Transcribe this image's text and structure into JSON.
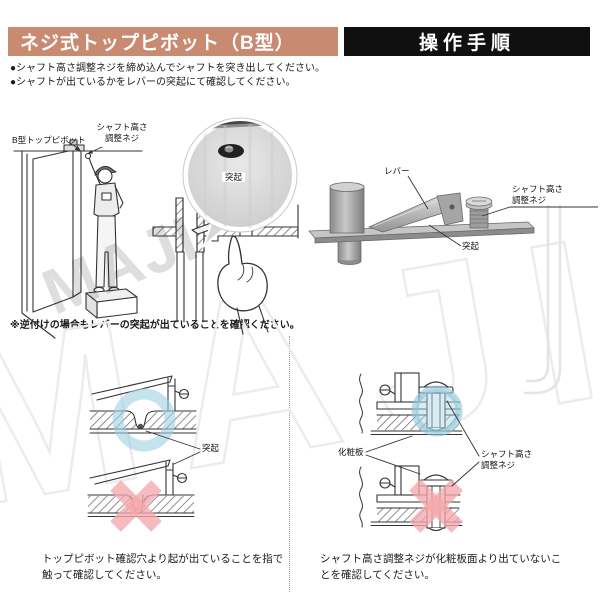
{
  "header": {
    "title": "ネジ式トップピボット（B型）",
    "procedure_label": "操作手順",
    "accent_color": "#c98a72",
    "bar_color": "#101010"
  },
  "instructions": [
    "●シャフト高さ調整ネジを締め込んでシャフトを突き出してください。",
    "●シャフトが出ているかをレバーの突起にて確認してください。"
  ],
  "top_illustration": {
    "pivot_label": "B型トップピボット",
    "screw_label": "シャフト高さ\n調整ネジ",
    "magnifier_label": "突起"
  },
  "render_illustration": {
    "lever_label": "レバー",
    "screw_label": "シャフト高さ\n調整ネジ",
    "protrusion_label": "突起"
  },
  "note": "※逆付けの場合もレバーの突起が出ていることを確認ください。",
  "bottom_left": {
    "protrusion_label": "突起",
    "caption": "トップピボット確認穴より起が出ていることを指で\n触って確認してください。"
  },
  "bottom_right": {
    "panel_label": "化粧板",
    "screw_label": "シャフト高さ\n調整ネジ",
    "caption": "シャフト高さ調整ネジが化粧板面より出ていないこ\nとを確認してください。"
  },
  "watermark": {
    "text": "MAJI"
  },
  "status_colors": {
    "ok": "#a9d4e4",
    "ng": "#f2a9ad"
  }
}
